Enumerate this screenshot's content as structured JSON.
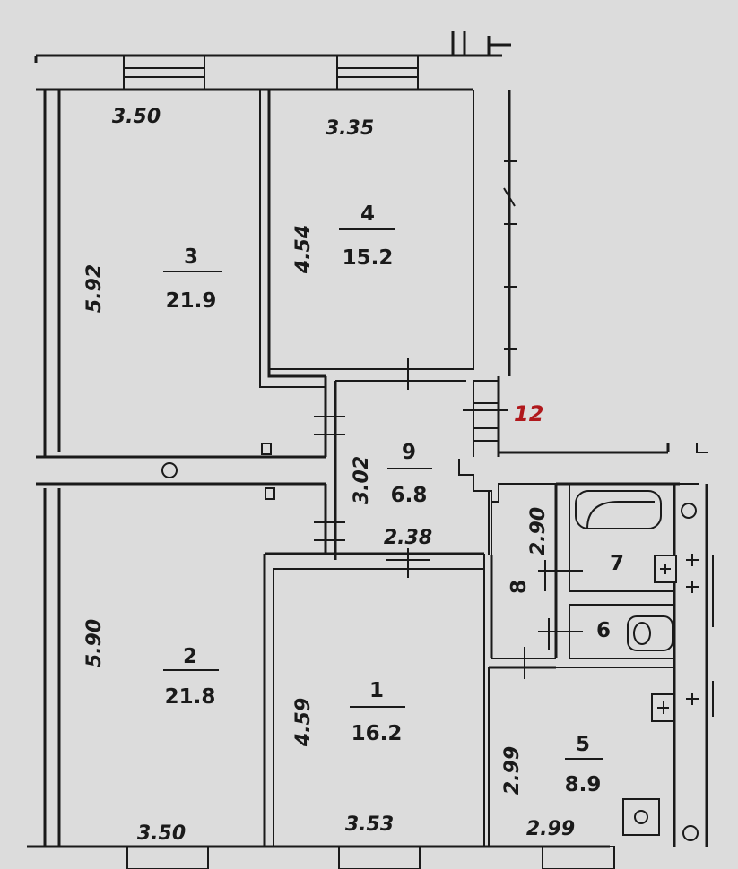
{
  "rooms": {
    "r1": {
      "number": "1",
      "area": "16.2"
    },
    "r2": {
      "number": "2",
      "area": "21.8"
    },
    "r3": {
      "number": "3",
      "area": "21.9"
    },
    "r4": {
      "number": "4",
      "area": "15.2"
    },
    "r5": {
      "number": "5",
      "area": "8.9"
    },
    "r6": {
      "number": "6"
    },
    "r7": {
      "number": "7"
    },
    "r8": {
      "number": "8"
    },
    "r9": {
      "number": "9",
      "area": "6.8"
    }
  },
  "dimensions": {
    "r3_width": "3.50",
    "r3_length": "5.92",
    "r4_width": "3.35",
    "r4_length": "4.54",
    "r9_length": "3.02",
    "r9_width": "2.38",
    "r8_length": "2.90",
    "r2_length": "5.90",
    "r2_width": "3.50",
    "r1_length": "4.59",
    "r1_width": "3.53",
    "r5_length": "2.99",
    "r5_width": "2.99"
  },
  "marker": {
    "label": "12",
    "color": "#b0181c"
  },
  "colors": {
    "paper": "#dcdcdc",
    "ink": "#1a1a1a"
  }
}
